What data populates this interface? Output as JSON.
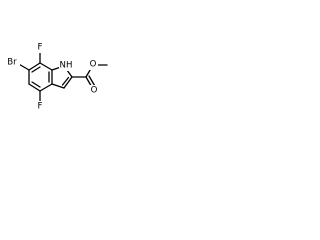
{
  "molecule": {
    "atoms": {
      "bromine": "Br",
      "fluorine_top": "F",
      "fluorine_bottom": "F",
      "nitrogen_h": "NH",
      "ester_oxygen_carbonyl": "O",
      "ester_oxygen_ether": "O"
    }
  }
}
